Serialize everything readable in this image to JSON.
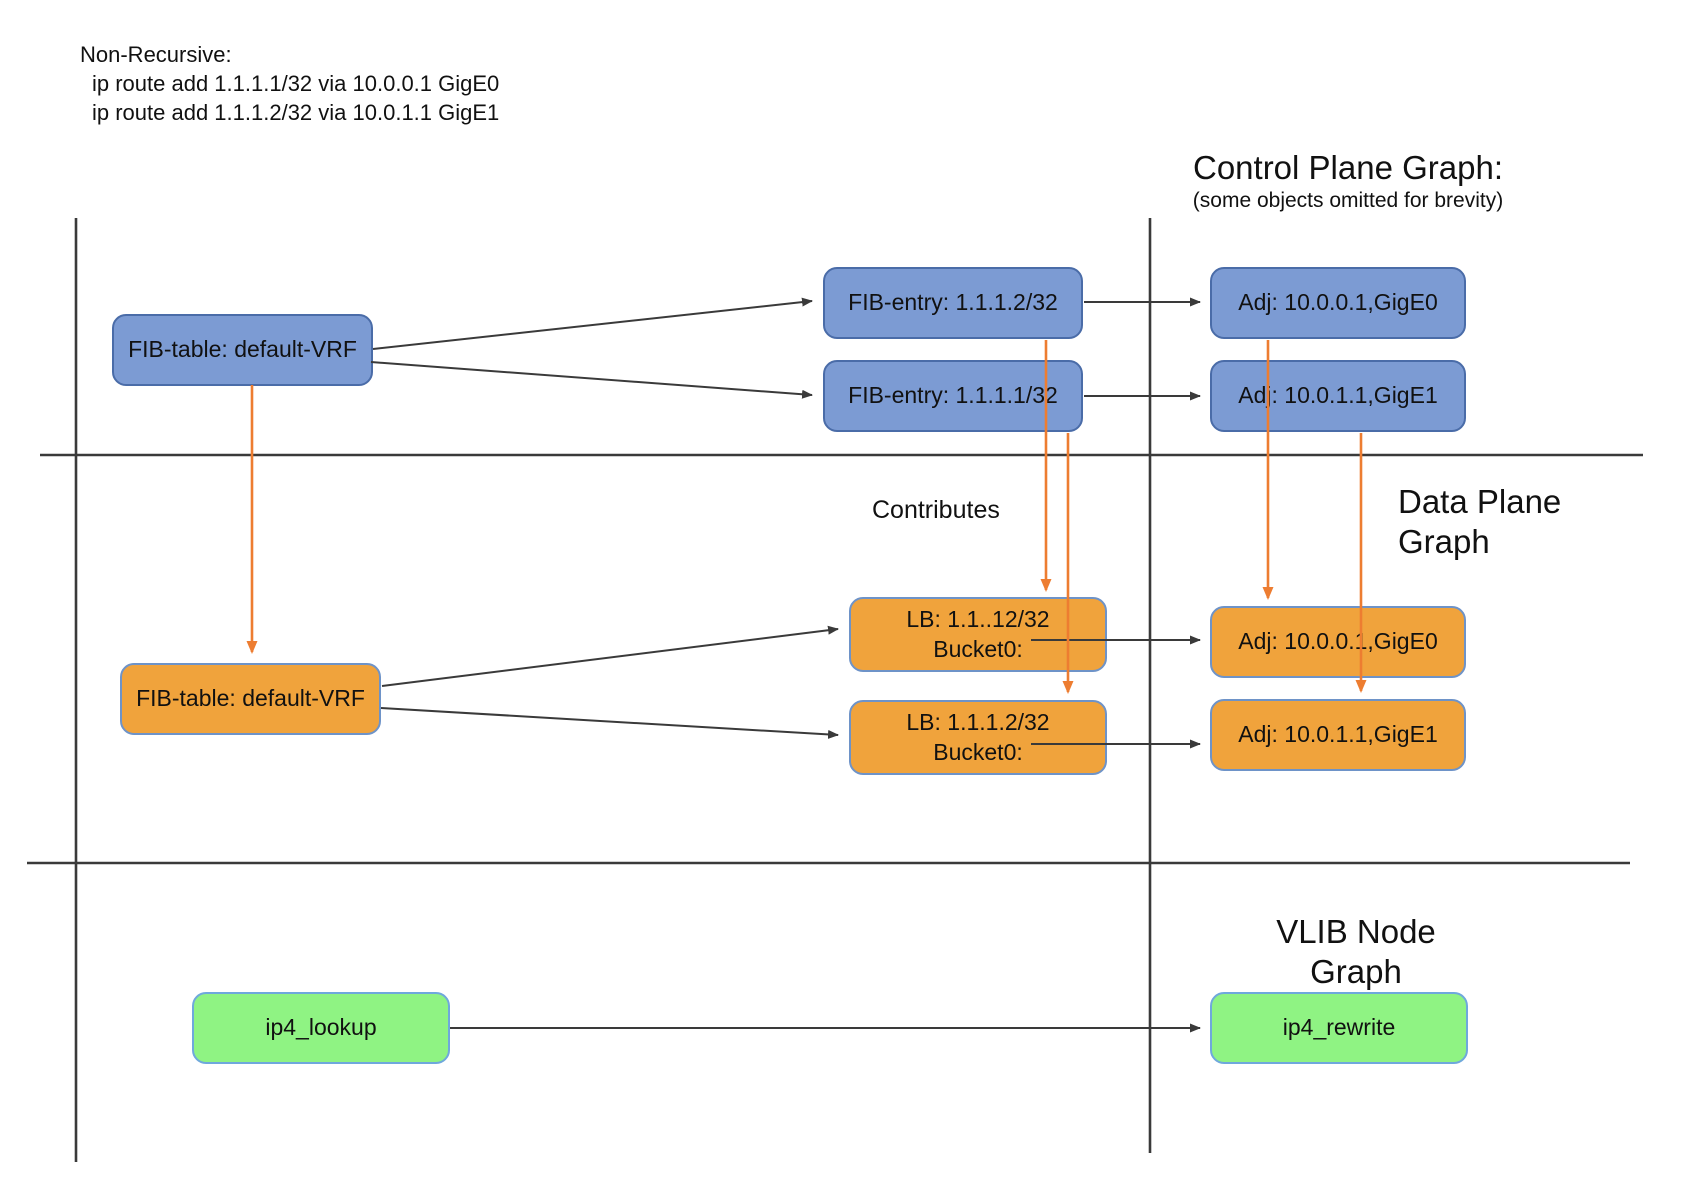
{
  "notes": {
    "title": "Non-Recursive:",
    "cmd1": "ip route add 1.1.1.1/32 via 10.0.0.1 GigE0",
    "cmd2": "ip route add 1.1.1.2/32 via 10.0.1.1 GigE1"
  },
  "sections": {
    "control_plane": {
      "title": "Control Plane Graph:",
      "subtitle": "(some objects omitted for brevity)"
    },
    "data_plane": {
      "title_line1": "Data Plane",
      "title_line2": "Graph",
      "contributes_label": "Contributes"
    },
    "vlib": {
      "title_line1": "VLIB Node",
      "title_line2": "Graph"
    }
  },
  "nodes": {
    "cp_fib_table": {
      "label": "FIB-table: default-VRF"
    },
    "cp_fib_entry_2": {
      "label": "FIB-entry: 1.1.1.2/32"
    },
    "cp_fib_entry_1": {
      "label": "FIB-entry: 1.1.1.1/32"
    },
    "cp_adj_gige0": {
      "label": "Adj: 10.0.0.1,GigE0"
    },
    "cp_adj_gige1": {
      "label": "Adj: 10.0.1.1,GigE1"
    },
    "dp_fib_table": {
      "label": "FIB-table: default-VRF"
    },
    "dp_lb_1": {
      "line1": "LB: 1.1..12/32",
      "line2": "Bucket0:"
    },
    "dp_lb_2": {
      "line1": "LB: 1.1.1.2/32",
      "line2": "Bucket0:"
    },
    "dp_adj_gige0": {
      "label": "Adj: 10.0.0.1,GigE0"
    },
    "dp_adj_gige1": {
      "label": "Adj: 10.0.1.1,GigE1"
    },
    "vlib_ip4_lookup": {
      "label": "ip4_lookup"
    },
    "vlib_ip4_rewrite": {
      "label": "ip4_rewrite"
    }
  },
  "colors": {
    "cp_fill": "#7c9bd3",
    "cp_border": "#4a6ca8",
    "dp_fill": "#f0a33c",
    "dp_border": "#6e93c8",
    "vlib_fill": "#8ff383",
    "vlib_border": "#6fa8dc",
    "flow_arrow": "#ed7d31",
    "line_color": "#3a3a3a"
  }
}
